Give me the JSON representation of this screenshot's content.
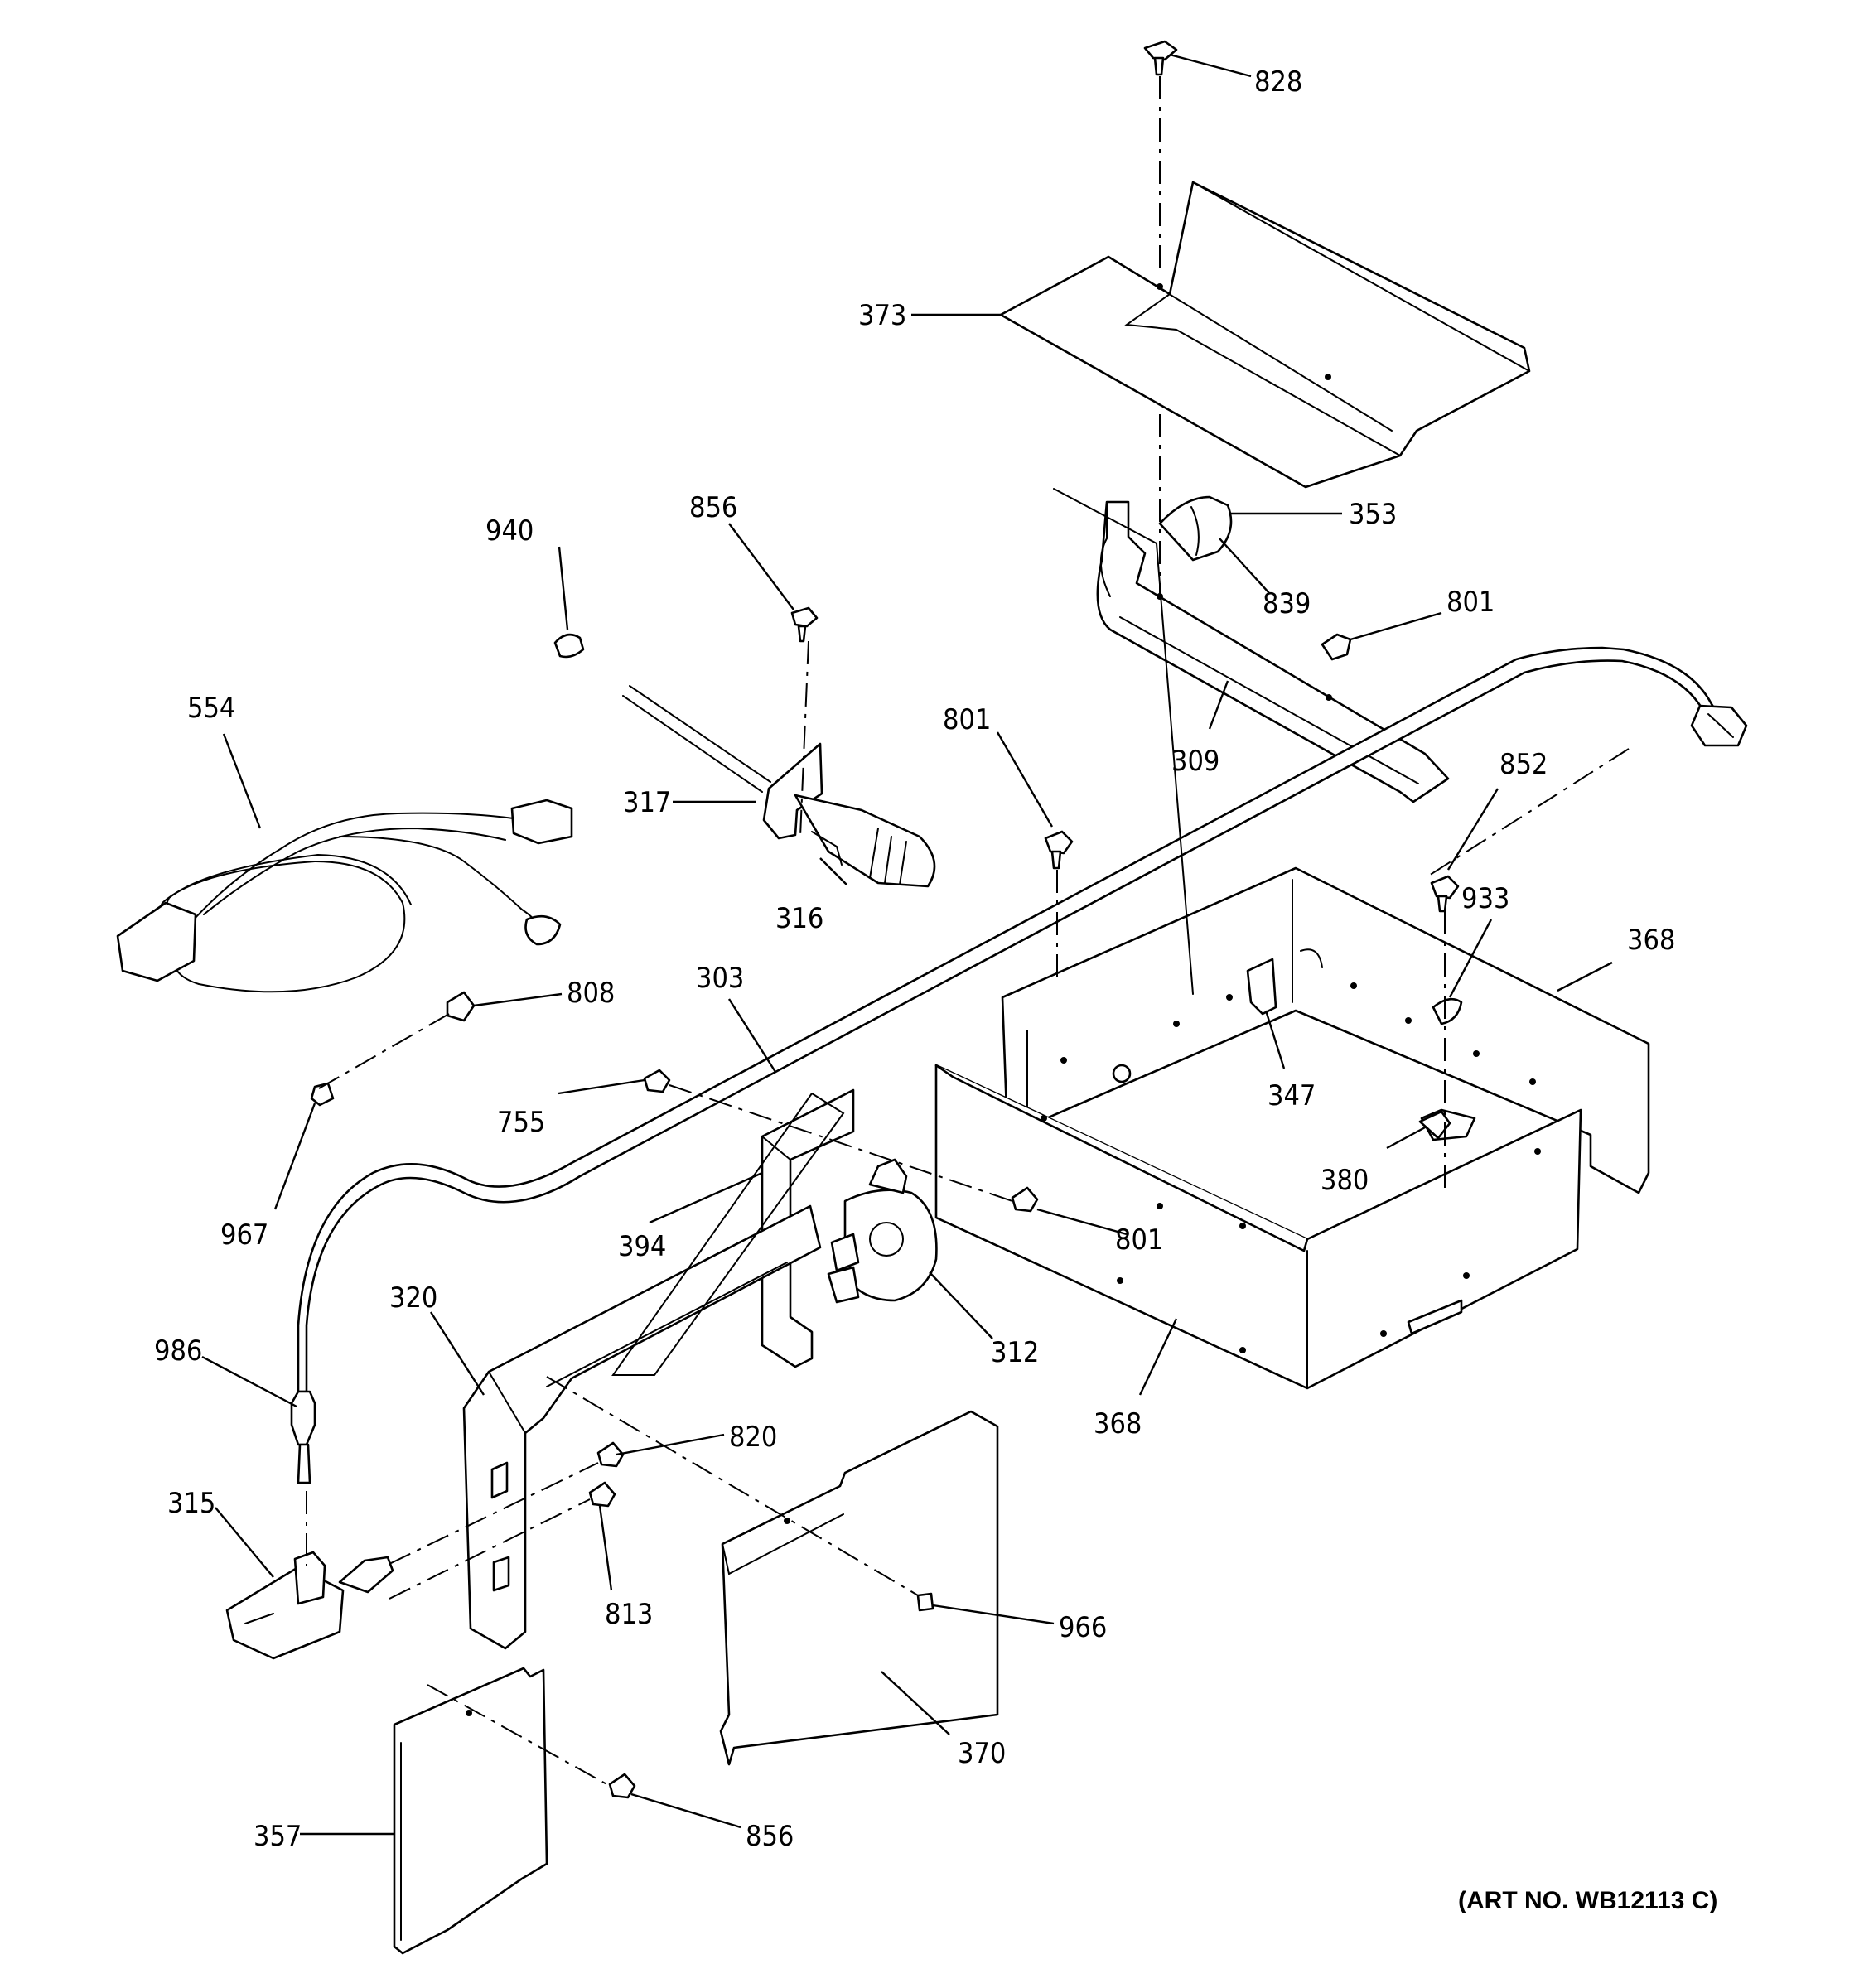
{
  "art_number": "(ART NO. WB12113 C)",
  "callouts": [
    {
      "id": "c828",
      "text": "828"
    },
    {
      "id": "c373",
      "text": "373"
    },
    {
      "id": "c353",
      "text": "353"
    },
    {
      "id": "c839",
      "text": "839"
    },
    {
      "id": "c801a",
      "text": "801"
    },
    {
      "id": "c309",
      "text": "309"
    },
    {
      "id": "c940",
      "text": "940"
    },
    {
      "id": "c856a",
      "text": "856"
    },
    {
      "id": "c554",
      "text": "554"
    },
    {
      "id": "c317",
      "text": "317"
    },
    {
      "id": "c316",
      "text": "316"
    },
    {
      "id": "c801b",
      "text": "801"
    },
    {
      "id": "c852",
      "text": "852"
    },
    {
      "id": "c933",
      "text": "933"
    },
    {
      "id": "c368a",
      "text": "368"
    },
    {
      "id": "c808",
      "text": "808"
    },
    {
      "id": "c303",
      "text": "303"
    },
    {
      "id": "c347",
      "text": "347"
    },
    {
      "id": "c755",
      "text": "755"
    },
    {
      "id": "c380",
      "text": "380"
    },
    {
      "id": "c967",
      "text": "967"
    },
    {
      "id": "c394",
      "text": "394"
    },
    {
      "id": "c801c",
      "text": "801"
    },
    {
      "id": "c320",
      "text": "320"
    },
    {
      "id": "c312",
      "text": "312"
    },
    {
      "id": "c986",
      "text": "986"
    },
    {
      "id": "c368b",
      "text": "368"
    },
    {
      "id": "c820",
      "text": "820"
    },
    {
      "id": "c315",
      "text": "315"
    },
    {
      "id": "c813",
      "text": "813"
    },
    {
      "id": "c966",
      "text": "966"
    },
    {
      "id": "c370",
      "text": "370"
    },
    {
      "id": "c357",
      "text": "357"
    },
    {
      "id": "c856b",
      "text": "856"
    }
  ]
}
